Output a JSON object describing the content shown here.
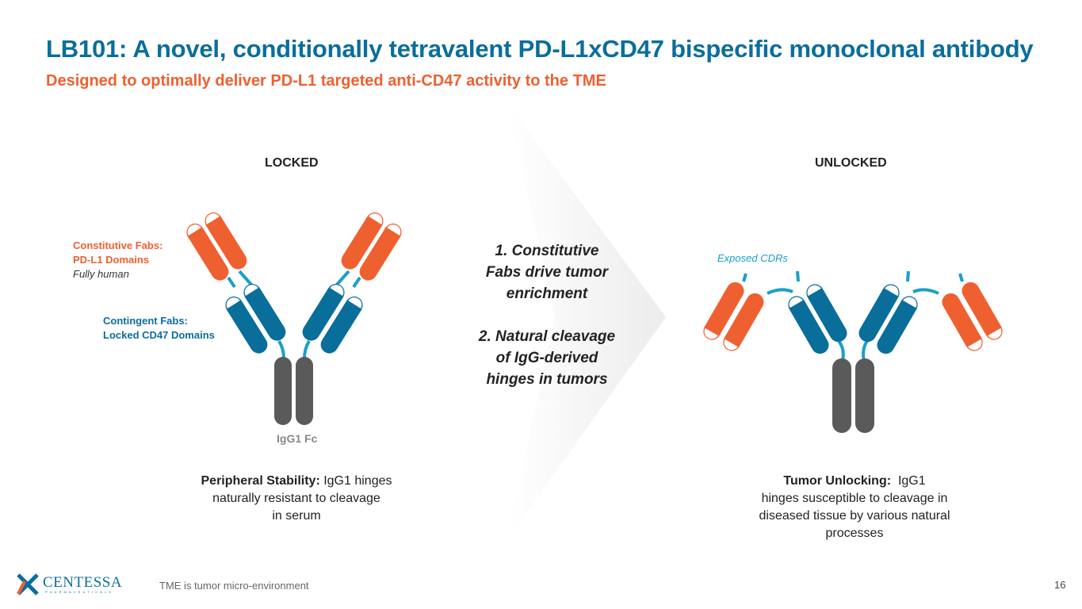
{
  "title": "LB101: A novel, conditionally tetravalent PD-L1xCD47 bispecific monoclonal antibody",
  "subtitle": "Designed to optimally deliver PD-L1 targeted anti-CD47 activity to the TME",
  "locked": {
    "header": "LOCKED",
    "constitutive_title": "Constitutive Fabs:",
    "constitutive_domain": "PD-L1 Domains",
    "constitutive_note": "Fully human",
    "contingent_title": "Contingent Fabs:",
    "contingent_domain": "Locked CD47 Domains",
    "fc_label": "IgG1 Fc",
    "desc_bold": "Peripheral Stability:",
    "desc_line1": " IgG1 hinges",
    "desc_line2": "naturally resistant to cleavage",
    "desc_line3": "in serum"
  },
  "middle": {
    "step1_l1": "1. Constitutive",
    "step1_l2": "Fabs drive tumor",
    "step1_l3": "enrichment",
    "step2_l1": "2. Natural cleavage",
    "step2_l2": "of IgG-derived",
    "step2_l3": "hinges in tumors"
  },
  "unlocked": {
    "header": "UNLOCKED",
    "cdr_label": "Exposed CDRs",
    "desc_bold": "Tumor Unlocking:",
    "desc_line1": "  IgG1",
    "desc_line2": "hinges susceptible to cleavage in",
    "desc_line3": "diseased tissue by various natural",
    "desc_line4": "processes"
  },
  "footer": {
    "logo_name": "CENTESSA",
    "logo_sub": "PHARMACEUTICALS",
    "footnote": "TME is tumor micro-environment",
    "page_number": "16"
  },
  "colors": {
    "blue": "#0a6e9b",
    "orange": "#ef6030",
    "fc": "#5a5a5a",
    "hinge": "#1aa0c8"
  }
}
